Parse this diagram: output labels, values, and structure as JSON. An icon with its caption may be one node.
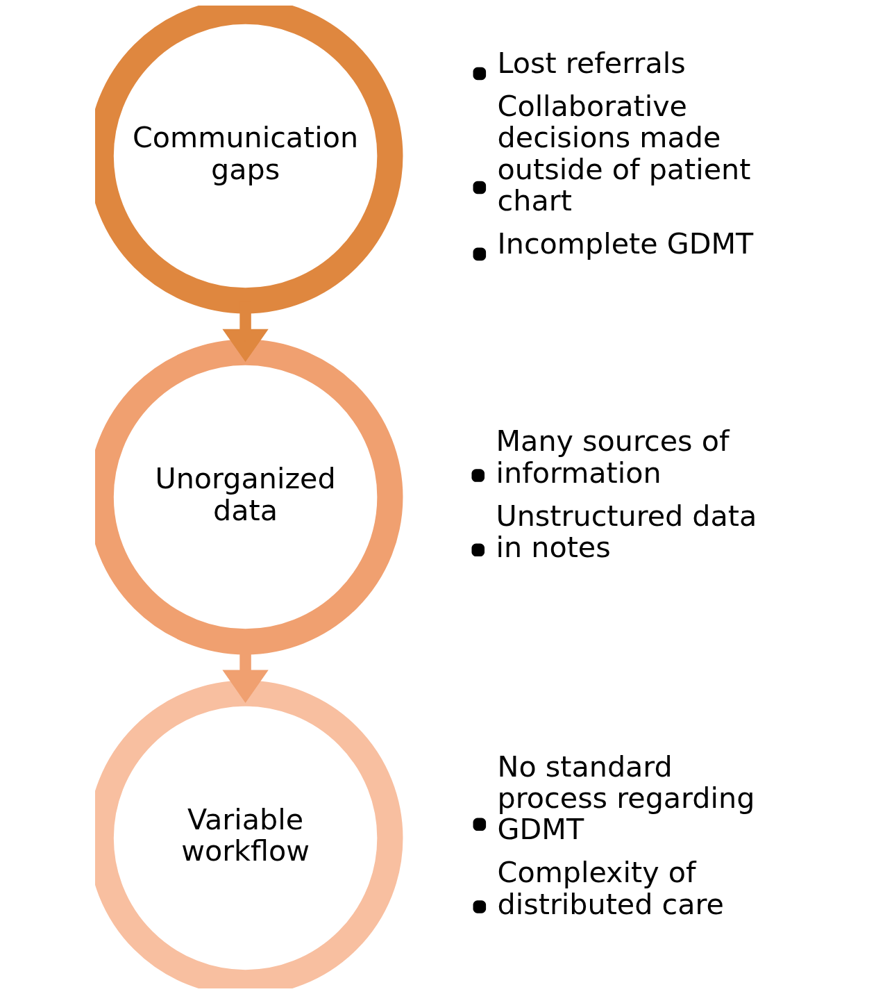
{
  "diagram": {
    "nodes": [
      {
        "text": [
          "Communication gaps"
        ],
        "beside": [
          "Lost referrals",
          "Collaborative decisions made outside of patient chart",
          "Incomplete GDMT"
        ]
      },
      {
        "text": [
          "Unorganized data"
        ],
        "beside": [
          "Many sources of information",
          "Unstructured data in notes"
        ]
      },
      {
        "text": [
          "Variable workflow"
        ],
        "beside": [
          "No standard process regarding GDMT",
          "Complexity of distributed care"
        ]
      }
    ],
    "edges": [
      {
        "from": 0,
        "to": 1,
        "arrow": "to",
        "color": "#df873f"
      },
      {
        "from": 1,
        "to": 2,
        "arrow": "to",
        "color": "#f0a070"
      }
    ]
  }
}
